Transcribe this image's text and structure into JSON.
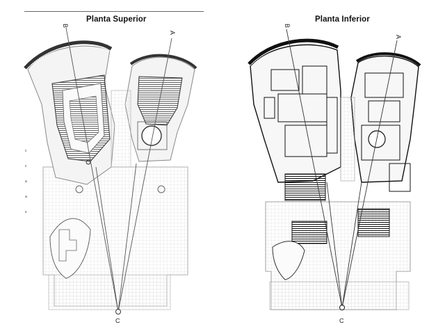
{
  "panels": [
    {
      "title": "Planta Superior",
      "section_labels": {
        "a": "A",
        "b": "B",
        "c": "C"
      },
      "margin_ticks": [
        "c",
        "c",
        "a",
        "a",
        "s"
      ]
    },
    {
      "title": "Planta Inferior",
      "section_labels": {
        "a": "A",
        "b": "B",
        "c": "C"
      }
    }
  ],
  "colors": {
    "line_light": "#9a9a9a",
    "line_dark": "#1a1a1a",
    "grid": "#cfcfcf"
  }
}
